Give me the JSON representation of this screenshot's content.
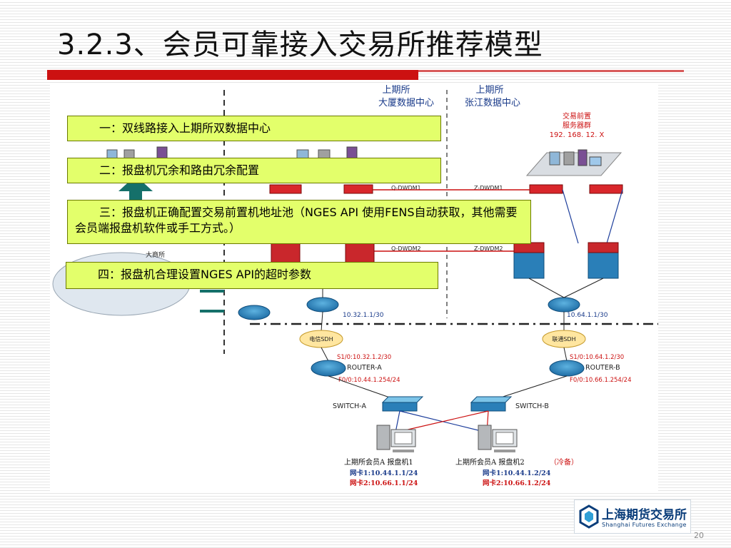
{
  "slide": {
    "title": "3.2.3、会员可靠接入交易所推荐模型",
    "page_number": "20"
  },
  "notes": [
    {
      "text": "一：双线路接入上期所双数据中心"
    },
    {
      "text": "二：报盘机冗余和路由冗余配置"
    },
    {
      "text": "三：报盘机正确配置交易前置机地址池（NGES API 使用FENS自动获取，其他需要会员端报盘机软件或手工方式。）"
    },
    {
      "text": "四：报盘机合理设置NGES API的超时参数"
    }
  ],
  "diagram": {
    "dc1_line1": "上期所",
    "dc1_line2": "大厦数据中心",
    "dc2_line1": "上期所",
    "dc2_line2": "张江数据中心",
    "server_label_1": "交易前置",
    "server_label_2": "服务器群",
    "server_ip": "192. 168. 12. X",
    "dwdm_q1": "Q-DWDM1",
    "dwdm_z1": "Z-DWDM1",
    "dwdm_q2": "Q-DWDM2",
    "dwdm_z2": "Z-DWDM2",
    "dalian_label": "大商所",
    "ip_left": "10.32.1.1/30",
    "ip_right": "10.64.1.1/30",
    "sdh_left": "电信SDH",
    "sdh_right": "联通SDH",
    "s1_left": "S1/0:10.32.1.2/30",
    "s1_right": "S1/0:10.64.1.2/30",
    "router_a": "ROUTER-A",
    "router_b": "ROUTER-B",
    "f0_left": "F0/0:10.44.1.254/24",
    "f0_right": "F0/0:10.66.1.254/24",
    "switch_a": "SWITCH-A",
    "switch_b": "SWITCH-B",
    "pc1_label": "上期所会员A 报盘机1",
    "pc1_nic1": "网卡1:10.44.1.1/24",
    "pc1_nic2": "网卡2:10.66.1.1/24",
    "pc2_label": "上期所会员A 报盘机2",
    "pc2_cold": "（冷备）",
    "pc2_nic1": "网卡1:10.44.1.2/24",
    "pc2_nic2": "网卡2:10.66.1.2/24"
  },
  "logo": {
    "cn": "上海期货交易所",
    "en": "Shanghai Futures Exchange"
  },
  "colors": {
    "title_bar": "#cc1111",
    "note_fill": "#e3ff6b",
    "router_blue": "#2a7fb8",
    "label_blue": "#1a3b8a",
    "label_red": "#cc1111"
  }
}
